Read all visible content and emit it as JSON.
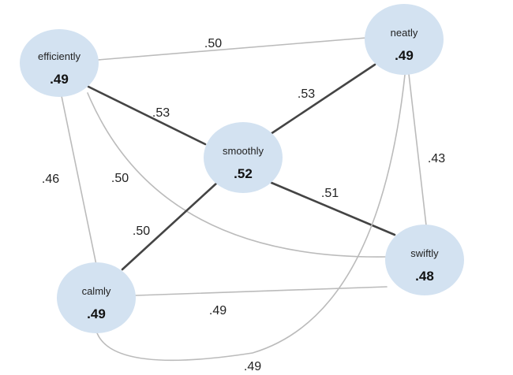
{
  "diagram": {
    "colors": {
      "node_fill": "#d3e2f1",
      "strong_edge": "#444444",
      "weak_edge": "#bbbbbb",
      "highlight_score": "#e0403a"
    },
    "nodes": [
      {
        "id": "efficiently",
        "label": "efficiently",
        "score": ".49",
        "highlight": false
      },
      {
        "id": "neatly",
        "label": "neatly",
        "score": ".49",
        "highlight": false
      },
      {
        "id": "smoothly",
        "label": "smoothly",
        "score": ".52",
        "highlight": true
      },
      {
        "id": "swiftly",
        "label": "swiftly",
        "score": ".48",
        "highlight": false
      },
      {
        "id": "calmly",
        "label": "calmly",
        "score": ".49",
        "highlight": false
      }
    ],
    "edges": [
      {
        "from": "efficiently",
        "to": "neatly",
        "weight": ".50",
        "strong": false
      },
      {
        "from": "efficiently",
        "to": "smoothly",
        "weight": ".53",
        "strong": true
      },
      {
        "from": "neatly",
        "to": "smoothly",
        "weight": ".53",
        "strong": true
      },
      {
        "from": "efficiently",
        "to": "calmly",
        "weight": ".46",
        "strong": false
      },
      {
        "from": "efficiently",
        "to": "swiftly",
        "weight": ".50",
        "strong": false
      },
      {
        "from": "neatly",
        "to": "swiftly",
        "weight": ".43",
        "strong": false
      },
      {
        "from": "smoothly",
        "to": "swiftly",
        "weight": ".51",
        "strong": true
      },
      {
        "from": "smoothly",
        "to": "calmly",
        "weight": ".50",
        "strong": true
      },
      {
        "from": "calmly",
        "to": "swiftly",
        "weight": ".49",
        "strong": false
      },
      {
        "from": "calmly",
        "to": "neatly",
        "weight": ".49",
        "strong": false
      }
    ]
  }
}
